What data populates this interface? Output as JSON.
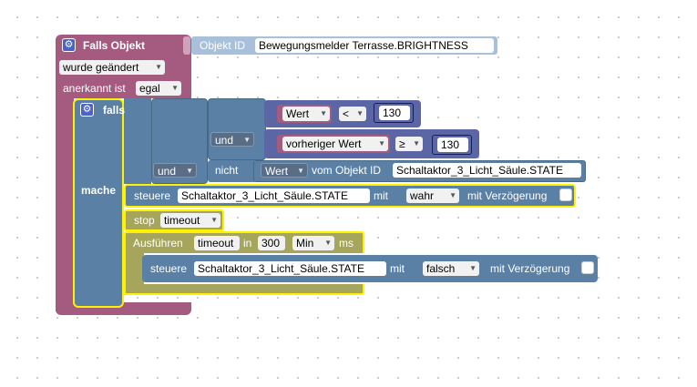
{
  "trigger": {
    "title": "Falls Objekt",
    "object_label": "Objekt ID",
    "object_value": "Bewegungsmelder Terrasse.BRIGHTNESS",
    "changed": "wurde geändert",
    "ack_label": "anerkannt ist",
    "ack_value": "egal"
  },
  "if_block": {
    "falls": "falls",
    "mache": "mache",
    "and1": "und",
    "and2": "und",
    "nicht": "nicht",
    "cmp1": {
      "field": "Wert",
      "op": "<",
      "value": "130"
    },
    "cmp2": {
      "field": "vorheriger Wert",
      "op": "≥",
      "value": "130"
    },
    "not_expr": {
      "field": "Wert",
      "from_label": "vom Objekt ID",
      "object": "Schaltaktor_3_Licht_Säule.STATE"
    }
  },
  "control1": {
    "label": "steuere",
    "object": "Schaltaktor_3_Licht_Säule.STATE",
    "mit": "mit",
    "value": "wahr",
    "delay": "mit Verzögerung"
  },
  "stop": {
    "label": "stop",
    "value": "timeout"
  },
  "exec": {
    "label": "Ausführen",
    "name": "timeout",
    "in": "in",
    "amount": "300",
    "unit": "Min",
    "ms": "ms"
  },
  "control2": {
    "label": "steuere",
    "object": "Schaltaktor_3_Licht_Säule.STATE",
    "mit": "mit",
    "value": "falsch",
    "delay": "mit Verzögerung"
  },
  "colors": {
    "trigger": "#a55b80",
    "logic": "#5b80a5",
    "compare": "#5b67a5",
    "state": "#a55b80",
    "timer": "#a5a55b",
    "highlight": "#fff200"
  }
}
